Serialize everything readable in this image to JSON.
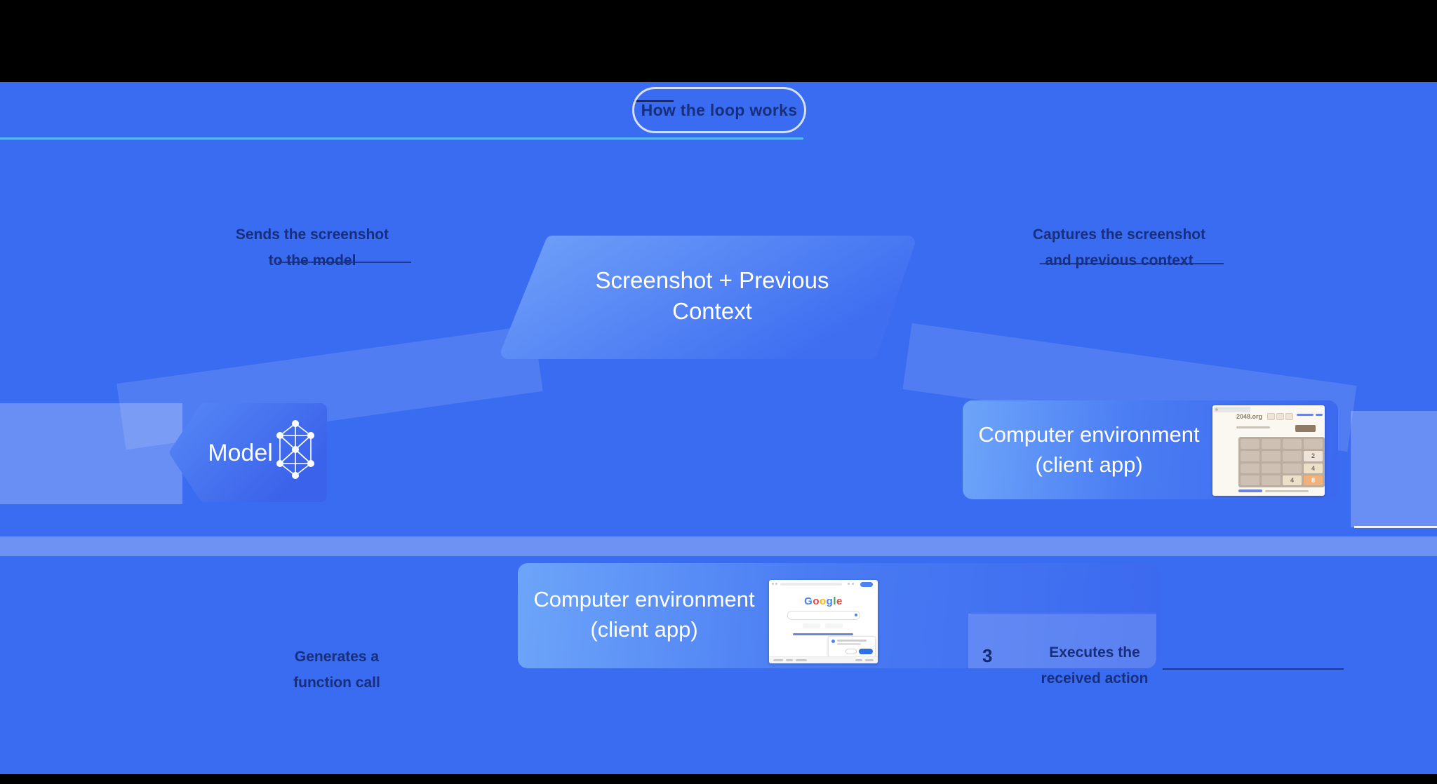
{
  "pill": {
    "label": "How the loop works"
  },
  "context_node": {
    "line1": "Screenshot + Previous",
    "line2": "Context"
  },
  "model_node": {
    "label": "Model"
  },
  "env_right": {
    "line1": "Computer environment",
    "line2": "(client app)"
  },
  "env_bottom": {
    "line1": "Computer environment",
    "line2": "(client app)"
  },
  "arrow_labels": {
    "top_left": {
      "line1": "Sends the screenshot",
      "line2": "to the model"
    },
    "top_right": {
      "line1": "Captures the screenshot",
      "line2": "and previous context"
    },
    "bottom_left": {
      "line1": "Generates a",
      "line2": "function call"
    },
    "bottom_right": {
      "line1": "Executes the",
      "line2": "received action"
    },
    "step_number": "3"
  },
  "mini_2048": {
    "site": "2048.org",
    "tiles": [
      "2",
      "4",
      "4",
      "8"
    ]
  },
  "mini_google": {
    "letters": [
      "G",
      "o",
      "o",
      "g",
      "l",
      "e"
    ]
  },
  "colors": {
    "background": "#3a6cf1",
    "band_light": "#6aa4f8",
    "label_text": "#182f7d",
    "tile_orange": "#f2b179",
    "google_blue": "#4285f4",
    "google_red": "#ea4335",
    "google_yellow": "#fbbc05",
    "google_green": "#34a853"
  }
}
